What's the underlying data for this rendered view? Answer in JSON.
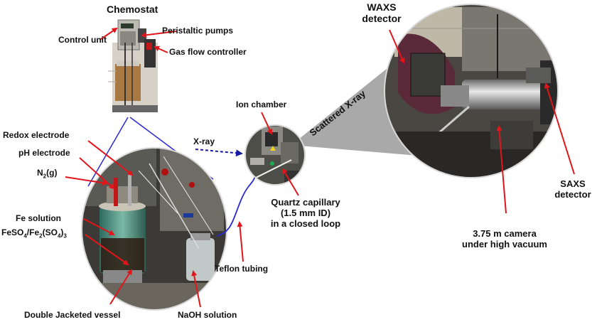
{
  "labels": {
    "chemostat": "Chemostat",
    "control_unit": "Control unit",
    "peristaltic_pumps": "Peristaltic pumps",
    "gas_flow_controller": "Gas flow controller",
    "redox_electrode": "Redox electrode",
    "ph_electrode": "pH electrode",
    "n2_base": "N",
    "n2_sub": "2",
    "n2_suffix": "(g)",
    "fe_solution": "Fe solution",
    "feso4_a": "FeSO",
    "feso4_sub4": "4",
    "feso4_b": "/Fe",
    "feso4_sub2": "2",
    "feso4_c": "(SO",
    "feso4_sub4b": "4",
    "feso4_d": ")",
    "feso4_sub3": "3",
    "double_jacketed_vessel": "Double Jacketed vessel",
    "naoh_solution": "NaOH solution",
    "teflon_tubing": "Teflon tubing",
    "xray": "X-ray",
    "ion_chamber": "Ion chamber",
    "scattered_xray": "Scattered X-ray",
    "quartz_line1": "Quartz capillary",
    "quartz_line2": "(1.5 mm ID)",
    "quartz_line3": "in a closed loop",
    "waxs_line1": "WAXS",
    "waxs_line2": "detector",
    "saxs_line1": "SAXS",
    "saxs_line2": "detector",
    "camera_line1": "3.75 m camera",
    "camera_line2": "under high vacuum"
  },
  "colors": {
    "arrow": "#e0161b",
    "connector": "#2a2ad0",
    "beam_gray": "#9a9a9a",
    "circle_border": "#d8d8d8"
  }
}
